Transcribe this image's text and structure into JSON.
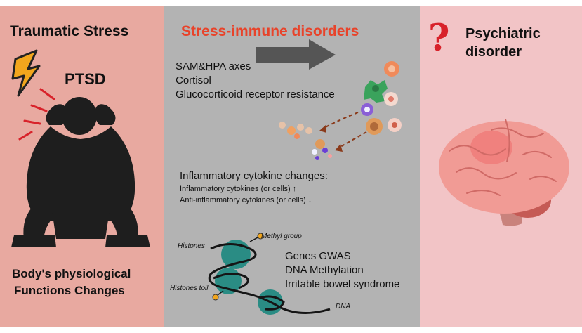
{
  "left": {
    "title": "Traumatic Stress",
    "ptsd_label": "PTSD",
    "bottom_line1": "Body's physiological",
    "bottom_line2": "Functions Changes"
  },
  "middle": {
    "title": "Stress-immune disorders",
    "stress_lines": [
      "SAM&HPA axes",
      "Cortisol",
      "Glucocorticoid receptor resistance"
    ],
    "cytokine_heading": "Inflammatory cytokine changes:",
    "cytokine_lines": [
      "Inflammatory cytokines (or cells) ↑",
      "Anti-inflammatory cytokines (or cells) ↓"
    ],
    "labels": {
      "histones": "Histones",
      "methyl_group": "Methyl group",
      "histones_toil": "Histones toil",
      "dna": "DNA"
    },
    "gene_lines": [
      "Genes GWAS",
      "DNA Methylation",
      "Irritable bowel syndrome"
    ]
  },
  "right": {
    "title_line1": "Psychiatric",
    "title_line2": "disorder",
    "question_mark": "?"
  },
  "colors": {
    "left_panel": "#e8a9a0",
    "middle_panel": "#b3b3b3",
    "right_panel": "#f2c4c6",
    "accent_red": "#e8432a",
    "lightning": "#f2a61d",
    "histone": "#2a8c84",
    "brain": "#f19b95"
  },
  "icons": [
    "lightning-icon",
    "question-mark-icon",
    "arrow-icon",
    "brain-icon",
    "person-icon",
    "dna-icon",
    "immune-cells-icon"
  ]
}
